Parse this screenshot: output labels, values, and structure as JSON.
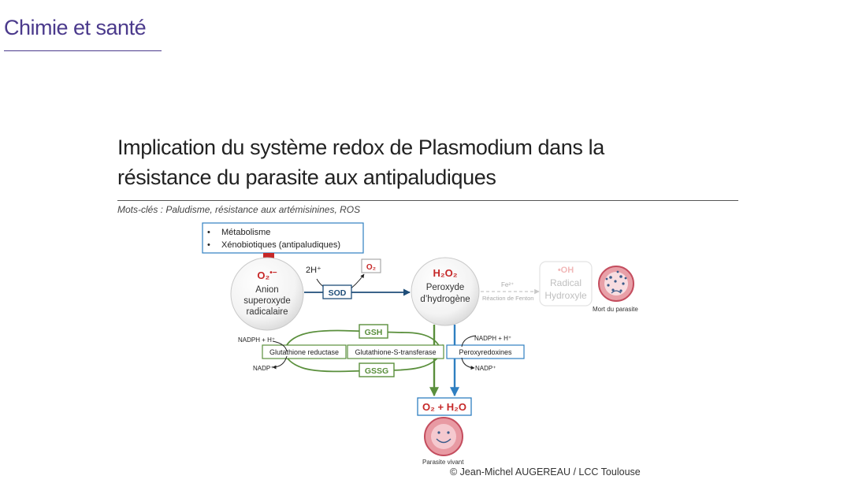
{
  "header": {
    "section": "Chimie et santé",
    "title_line1": "Implication du système redox de Plasmodium dans la",
    "title_line2": "résistance du parasite aux antipaludiques",
    "keywords": "Mots-clés : Paludisme, résistance aux artémisinines, ROS"
  },
  "diagram": {
    "inputs": [
      "Métabolisme",
      "Xénobiotiques (antipaludiques)"
    ],
    "superoxide": {
      "formula": "O₂",
      "charge": "•−",
      "line1": "Anion",
      "line2": "superoxyde",
      "line3": "radicalaire"
    },
    "two_h": "2H⁺",
    "o2_box": "O₂",
    "sod": "SOD",
    "h2o2": {
      "formula": "H₂O₂",
      "line1": "Peroxyde",
      "line2": "d’hydrogène"
    },
    "fe": "Fe²⁺",
    "fenton": "Réaction de Fenton",
    "hydroxyl": {
      "formula": "•OH",
      "line1": "Radical",
      "line2": "Hydroxyle"
    },
    "death_label": "Mort du parasite",
    "gsh": "GSH",
    "gssg": "GSSG",
    "nadph_left": "NADPH + H⁺",
    "nadp_left": "NADP⁺",
    "nadph_right": "NADPH + H⁺",
    "nadp_right": "NADP⁺",
    "enzymes": [
      "Glutathione reductase",
      "Glutathione-S-transferase",
      "Peroxyredoxines"
    ],
    "products": "O₂ + H₂O",
    "alive_label": "Parasite vivant"
  },
  "credit": "© Jean-Michel AUGEREAU / LCC Toulouse",
  "colors": {
    "accent": "#4b3a8c",
    "red": "#c62828",
    "green": "#5a8f3c",
    "blue": "#2f7fc1",
    "navy": "#1f4e79"
  }
}
